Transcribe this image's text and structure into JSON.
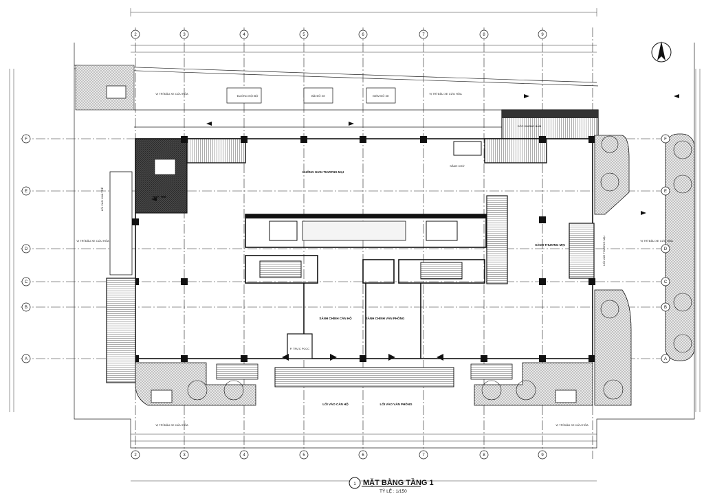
{
  "drawing": {
    "title": "MẶT BẰNG TẦNG 1",
    "scale": "TỶ LỆ : 1/150",
    "number": "1"
  },
  "grid_axes": {
    "columns": [
      "2",
      "3",
      "4",
      "5",
      "6",
      "7",
      "8",
      "9"
    ],
    "rows": [
      "A",
      "B",
      "C",
      "D",
      "E",
      "F"
    ]
  },
  "rooms": {
    "lobby_commercial": "KHÔNG GIAN THƯƠNG MẠI",
    "lobby_apartment": "SẢNH CHÍNH CĂN HỘ",
    "lobby_office": "SẢNH CHÍNH VĂN PHÒNG",
    "trade_right": "SẢNH THƯƠNG MẠI",
    "guard": "NHÀ TRẺ",
    "elevator_lobby": "SẢNH CHỜ",
    "fire_control": "P. TRỰC PCCC",
    "ramp_b1": "DỐC XUỐNG HẦM",
    "parking_1": "ĐƯỜNG NỘI BỘ",
    "parking_2": "BÃI ĐỖ XE",
    "parking_3": "ĐIỂM ĐỖ XE"
  },
  "site_labels": {
    "firetruck_top_left": "VỊ TRÍ ĐẬU XE CỨU HỎA",
    "firetruck_top_right": "VỊ TRÍ ĐẬU XE CỨU HỎA",
    "firetruck_left": "VỊ TRÍ ĐẬU XE CỨU HỎA",
    "firetruck_right": "VỊ TRÍ ĐẬU XE CỨU HỎA",
    "firetruck_bottom_left": "VỊ TRÍ ĐẬU XE CỨU HỎA",
    "firetruck_bottom_right": "VỊ TRÍ ĐẬU XE CỨU HỎA",
    "entry_apartment": "LỐI VÀO CĂN HỘ",
    "entry_office": "LỐI VÀO VĂN PHÒNG",
    "entry_left": "LỐI VÀO NHÀ TRẺ",
    "entry_right": "LỐI VÀO THƯƠNG MẠI"
  }
}
